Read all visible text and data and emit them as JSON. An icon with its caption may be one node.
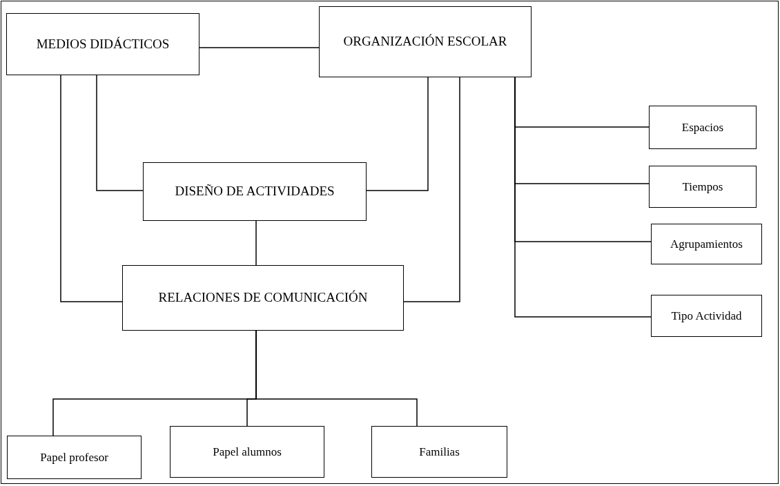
{
  "diagram": {
    "nodes": [
      {
        "text": [
          "MEDIOS DIDÁCTICOS"
        ]
      },
      {
        "text": [
          "ORGANIZACIÓN ESCOLAR"
        ]
      },
      {
        "text": [
          "Espacios"
        ]
      },
      {
        "text": [
          "Tiempos"
        ]
      },
      {
        "text": [
          "Agrupamientos"
        ]
      },
      {
        "text": [
          "Tipo Actividad"
        ]
      },
      {
        "text": [
          "DISEÑO DE ACTIVIDADES"
        ]
      },
      {
        "text": [
          "RELACIONES DE COMUNICACIÓN"
        ]
      },
      {
        "text": [
          "Papel profesor"
        ]
      },
      {
        "text": [
          "Papel alumnos"
        ]
      },
      {
        "text": [
          "Familias"
        ]
      }
    ],
    "edges": [
      {
        "from": 0,
        "to": 1,
        "arrow": "none"
      },
      {
        "from": 0,
        "to": 6,
        "arrow": "none"
      },
      {
        "from": 0,
        "to": 7,
        "arrow": "none"
      },
      {
        "from": 1,
        "to": 6,
        "arrow": "none"
      },
      {
        "from": 1,
        "to": 7,
        "arrow": "none"
      },
      {
        "from": 1,
        "to": 2,
        "arrow": "none"
      },
      {
        "from": 1,
        "to": 3,
        "arrow": "none"
      },
      {
        "from": 1,
        "to": 4,
        "arrow": "none"
      },
      {
        "from": 1,
        "to": 5,
        "arrow": "none"
      },
      {
        "from": 6,
        "to": 7,
        "arrow": "none"
      },
      {
        "from": 7,
        "to": 8,
        "arrow": "none"
      },
      {
        "from": 7,
        "to": 9,
        "arrow": "none"
      },
      {
        "from": 7,
        "to": 10,
        "arrow": "none"
      }
    ]
  }
}
